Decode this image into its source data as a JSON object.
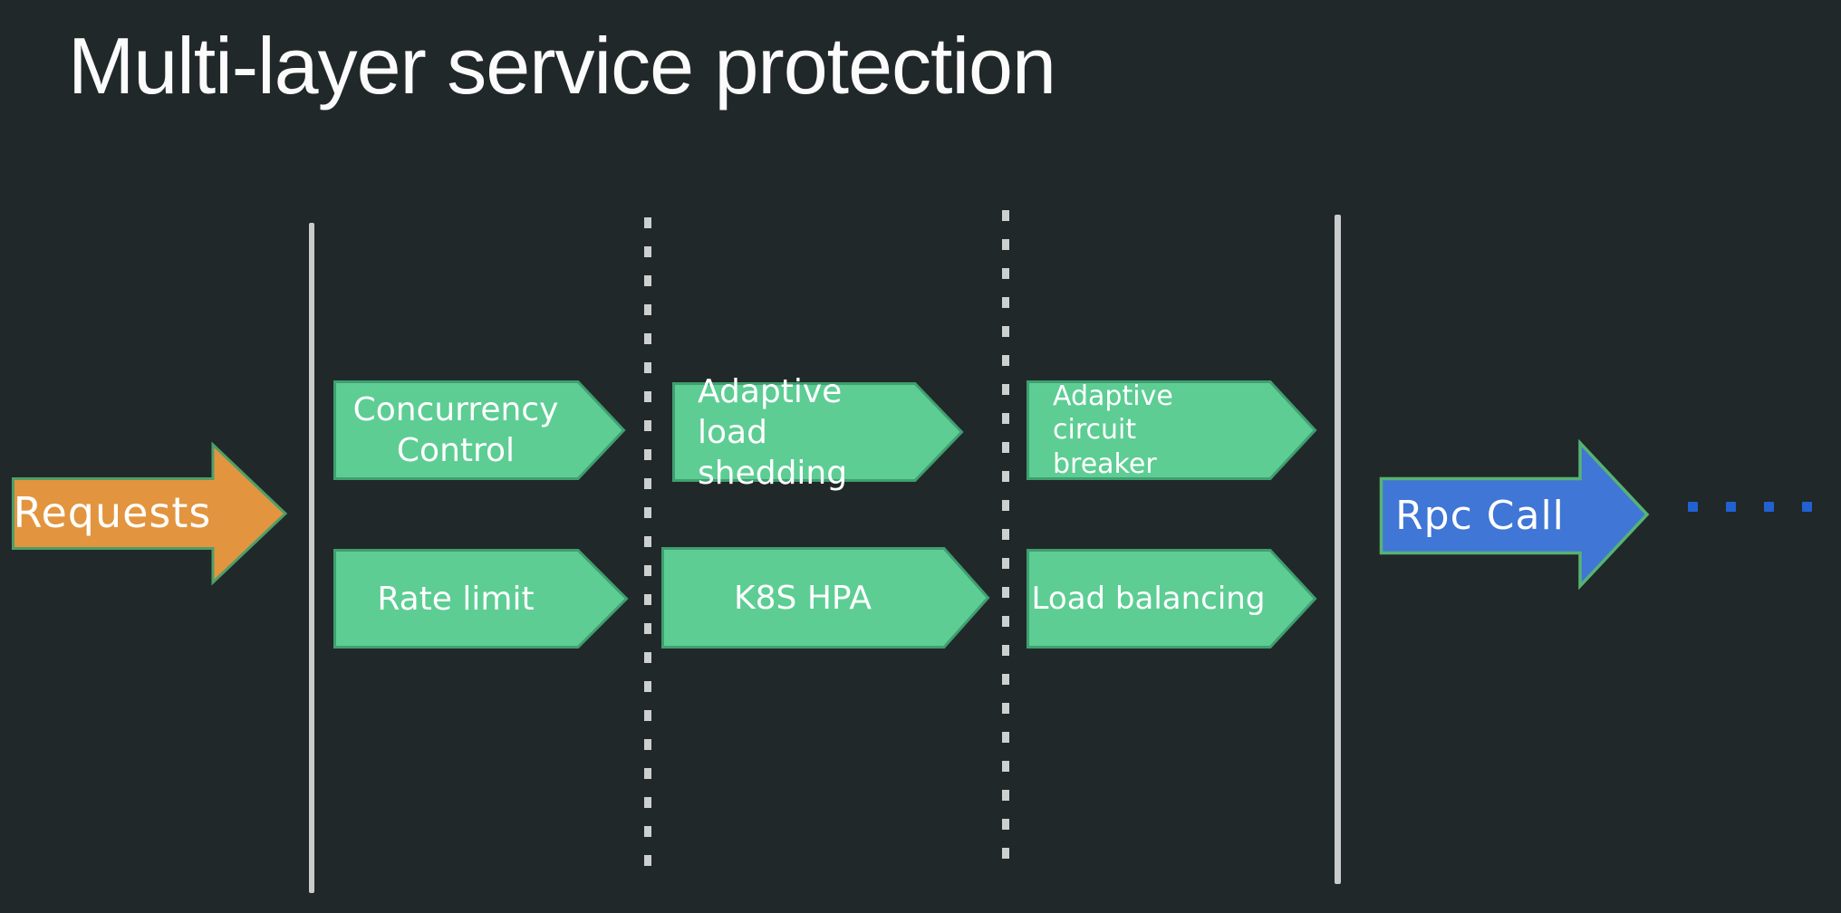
{
  "title": "Multi-layer service protection",
  "colors": {
    "background": "#212829",
    "box_fill": "#5dcd94",
    "box_border": "#3f9f70",
    "requests_fill": "#e2953e",
    "requests_border": "#4f9e68",
    "rpc_fill": "#4076d5",
    "rpc_border": "#56b374",
    "dots_color": "#2161d2",
    "line_color": "#c9cccb"
  },
  "input_arrow": {
    "label": "Requests"
  },
  "output_arrow": {
    "label": "Rpc Call"
  },
  "boxes": {
    "concurrency_control": {
      "line1": "Concurrency",
      "line2": "Control"
    },
    "rate_limit": {
      "label": "Rate limit"
    },
    "adaptive_load_shedding": {
      "line1": "Adaptive load",
      "line2": "shedding"
    },
    "k8s_hpa": {
      "label": "K8S HPA"
    },
    "adaptive_circuit_breaker": {
      "line1": "Adaptive circuit",
      "line2": "breaker"
    },
    "load_balancing": {
      "label": "Load balancing"
    }
  }
}
